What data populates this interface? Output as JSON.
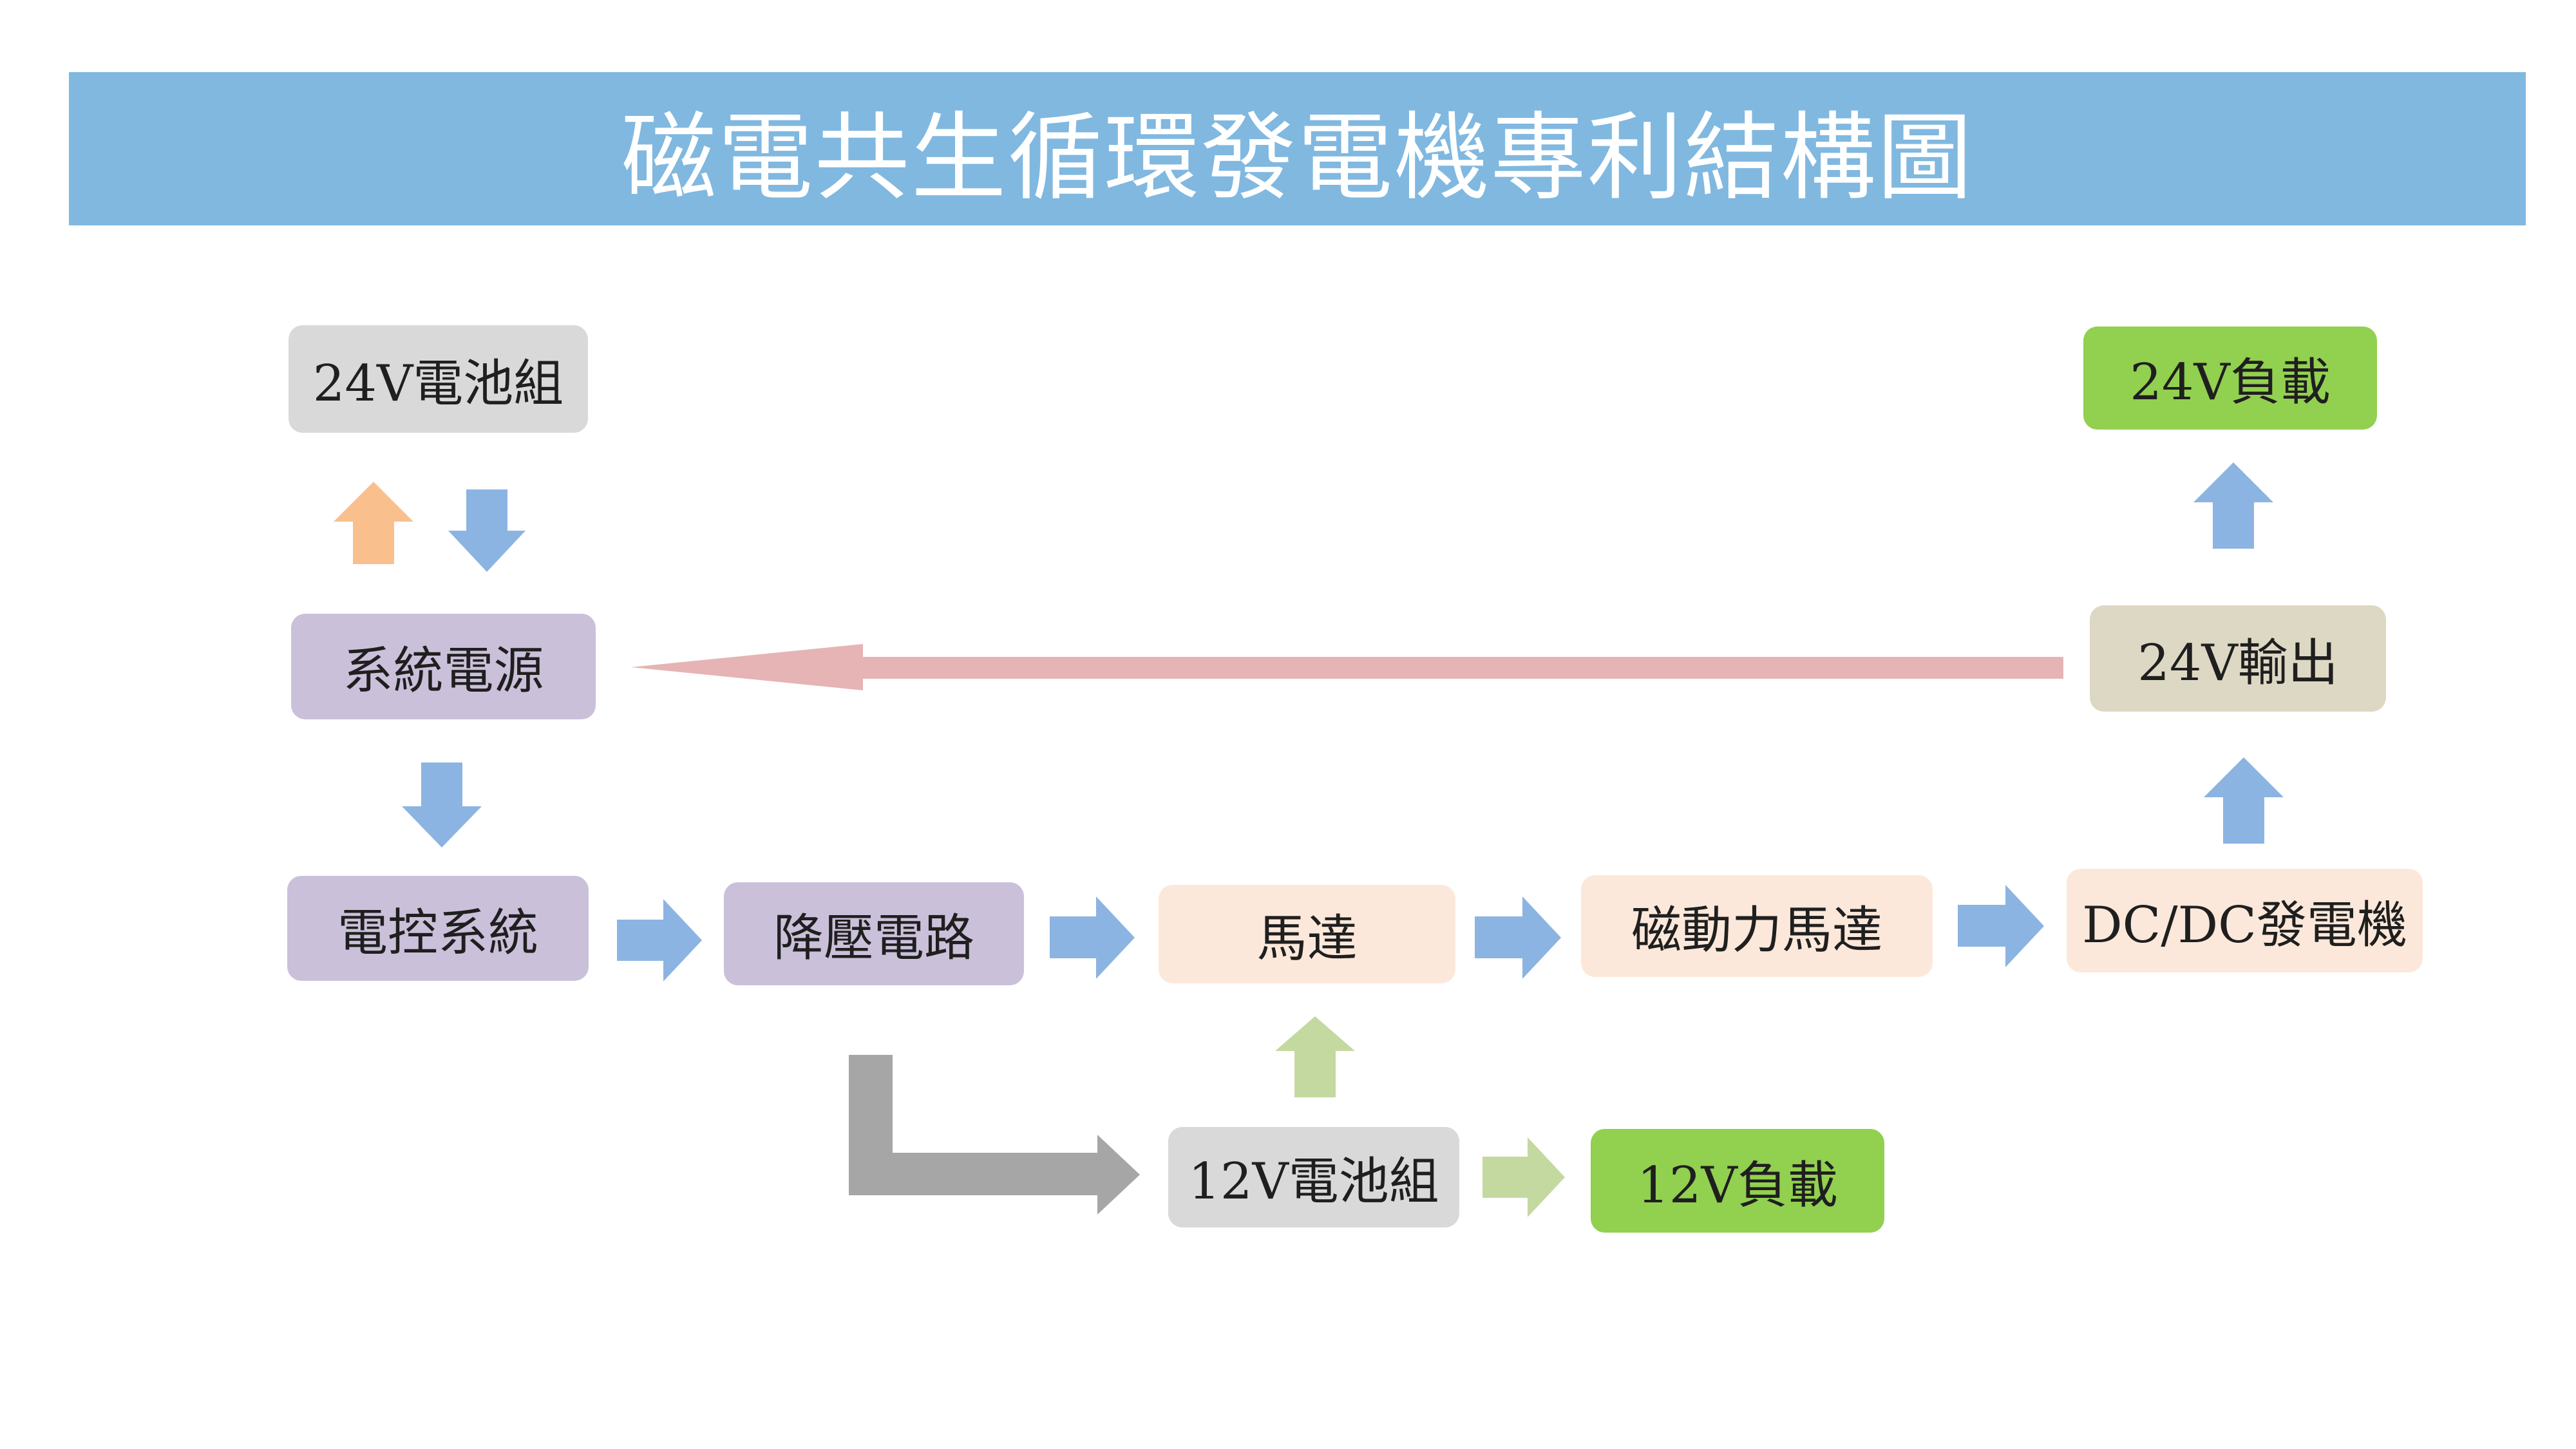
{
  "title": "磁電共生循環發電機專利結構圖",
  "nodes": {
    "battery_24v": "24V電池組",
    "system_power": "系統電源",
    "control_system": "電控系統",
    "buck_circuit": "降壓電路",
    "motor": "馬達",
    "magnetic_motor": "磁動力馬達",
    "dcdc_generator": "DC/DC發電機",
    "output_24v": "24V輸出",
    "load_24v": "24V負載",
    "battery_12v": "12V電池組",
    "load_12v": "12V負載"
  },
  "colors": {
    "title_bar": "#80b8e0",
    "gray_node": "#d9d9d9",
    "purple_node": "#cbc0da",
    "peach_node": "#fce8da",
    "green_node": "#92d050",
    "beige_node": "#ddd8c4",
    "blue_arrow": "#8cb4e2",
    "orange_arrow": "#f9c08e",
    "pink_arrow": "#e6b4b4",
    "gray_arrow": "#a6a6a6",
    "light_green_arrow": "#c4d9a0"
  }
}
